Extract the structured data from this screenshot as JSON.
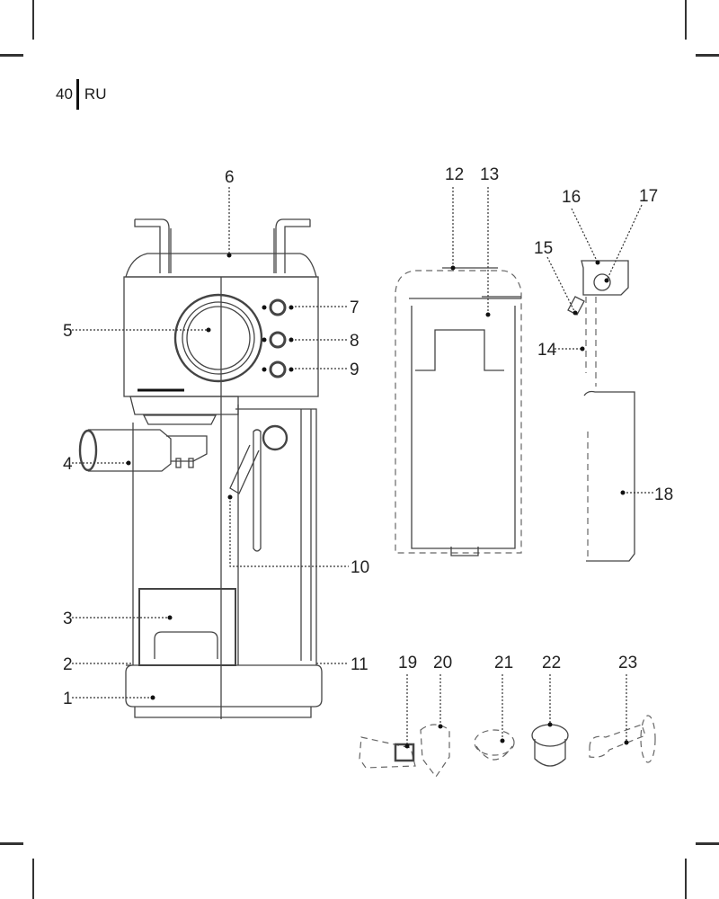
{
  "page": {
    "number": "40",
    "language": "RU"
  },
  "diagram": {
    "title": "Coffee machine parts diagram",
    "callouts": [
      {
        "id": "1",
        "label": "1"
      },
      {
        "id": "2",
        "label": "2"
      },
      {
        "id": "3",
        "label": "3"
      },
      {
        "id": "4",
        "label": "4"
      },
      {
        "id": "5",
        "label": "5"
      },
      {
        "id": "6",
        "label": "6"
      },
      {
        "id": "7",
        "label": "7"
      },
      {
        "id": "8",
        "label": "8"
      },
      {
        "id": "9",
        "label": "9"
      },
      {
        "id": "10",
        "label": "10"
      },
      {
        "id": "11",
        "label": "11"
      },
      {
        "id": "12",
        "label": "12"
      },
      {
        "id": "13",
        "label": "13"
      },
      {
        "id": "14",
        "label": "14"
      },
      {
        "id": "15",
        "label": "15"
      },
      {
        "id": "16",
        "label": "16"
      },
      {
        "id": "17",
        "label": "17"
      },
      {
        "id": "18",
        "label": "18"
      },
      {
        "id": "19",
        "label": "19"
      },
      {
        "id": "20",
        "label": "20"
      },
      {
        "id": "21",
        "label": "21"
      },
      {
        "id": "22",
        "label": "22"
      },
      {
        "id": "23",
        "label": "23"
      }
    ],
    "components": {
      "machine": "espresso-machine-front-view",
      "tank": "water-tank",
      "milk": "milk-frother-assembly",
      "accessories": [
        "portafilter",
        "filter-basket-single",
        "filter-basket-double",
        "measuring-spoon-tamper"
      ]
    }
  }
}
